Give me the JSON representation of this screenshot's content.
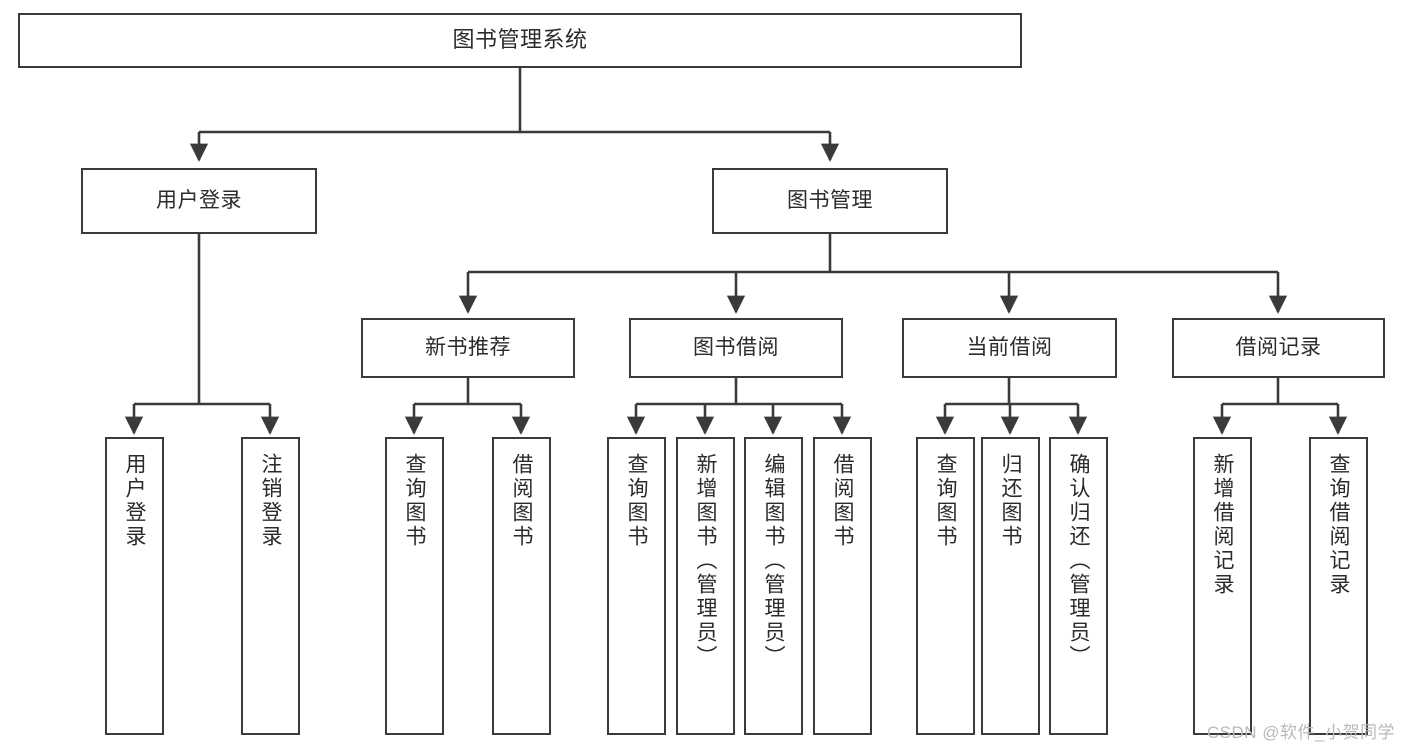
{
  "diagram": {
    "type": "tree-hierarchy",
    "title": "图书管理系统",
    "watermark": "CSDN @软件_小贺同学",
    "colors": {
      "stroke": "#3a3a3a",
      "fill": "#ffffff",
      "text": "#2b2b2b",
      "watermark": "#b9b9b9"
    },
    "nodes": {
      "root": {
        "label": "图书管理系统"
      },
      "level2": [
        {
          "label": "用户登录"
        },
        {
          "label": "图书管理"
        }
      ],
      "level3": [
        {
          "label": "新书推荐"
        },
        {
          "label": "图书借阅"
        },
        {
          "label": "当前借阅"
        },
        {
          "label": "借阅记录"
        }
      ],
      "leaves": {
        "user_login": [
          {
            "label": "用户登录"
          },
          {
            "label": "注销登录"
          }
        ],
        "new_book": [
          {
            "label": "查询图书"
          },
          {
            "label": "借阅图书"
          }
        ],
        "book_borrow": [
          {
            "label": "查询图书"
          },
          {
            "label": "新增图书（管理员）"
          },
          {
            "label": "编辑图书（管理员）"
          },
          {
            "label": "借阅图书"
          }
        ],
        "current_borrow": [
          {
            "label": "查询图书"
          },
          {
            "label": "归还图书"
          },
          {
            "label": "确认归还（管理员）"
          }
        ],
        "borrow_record": [
          {
            "label": "新增借阅记录"
          },
          {
            "label": "查询借阅记录"
          }
        ]
      }
    }
  }
}
